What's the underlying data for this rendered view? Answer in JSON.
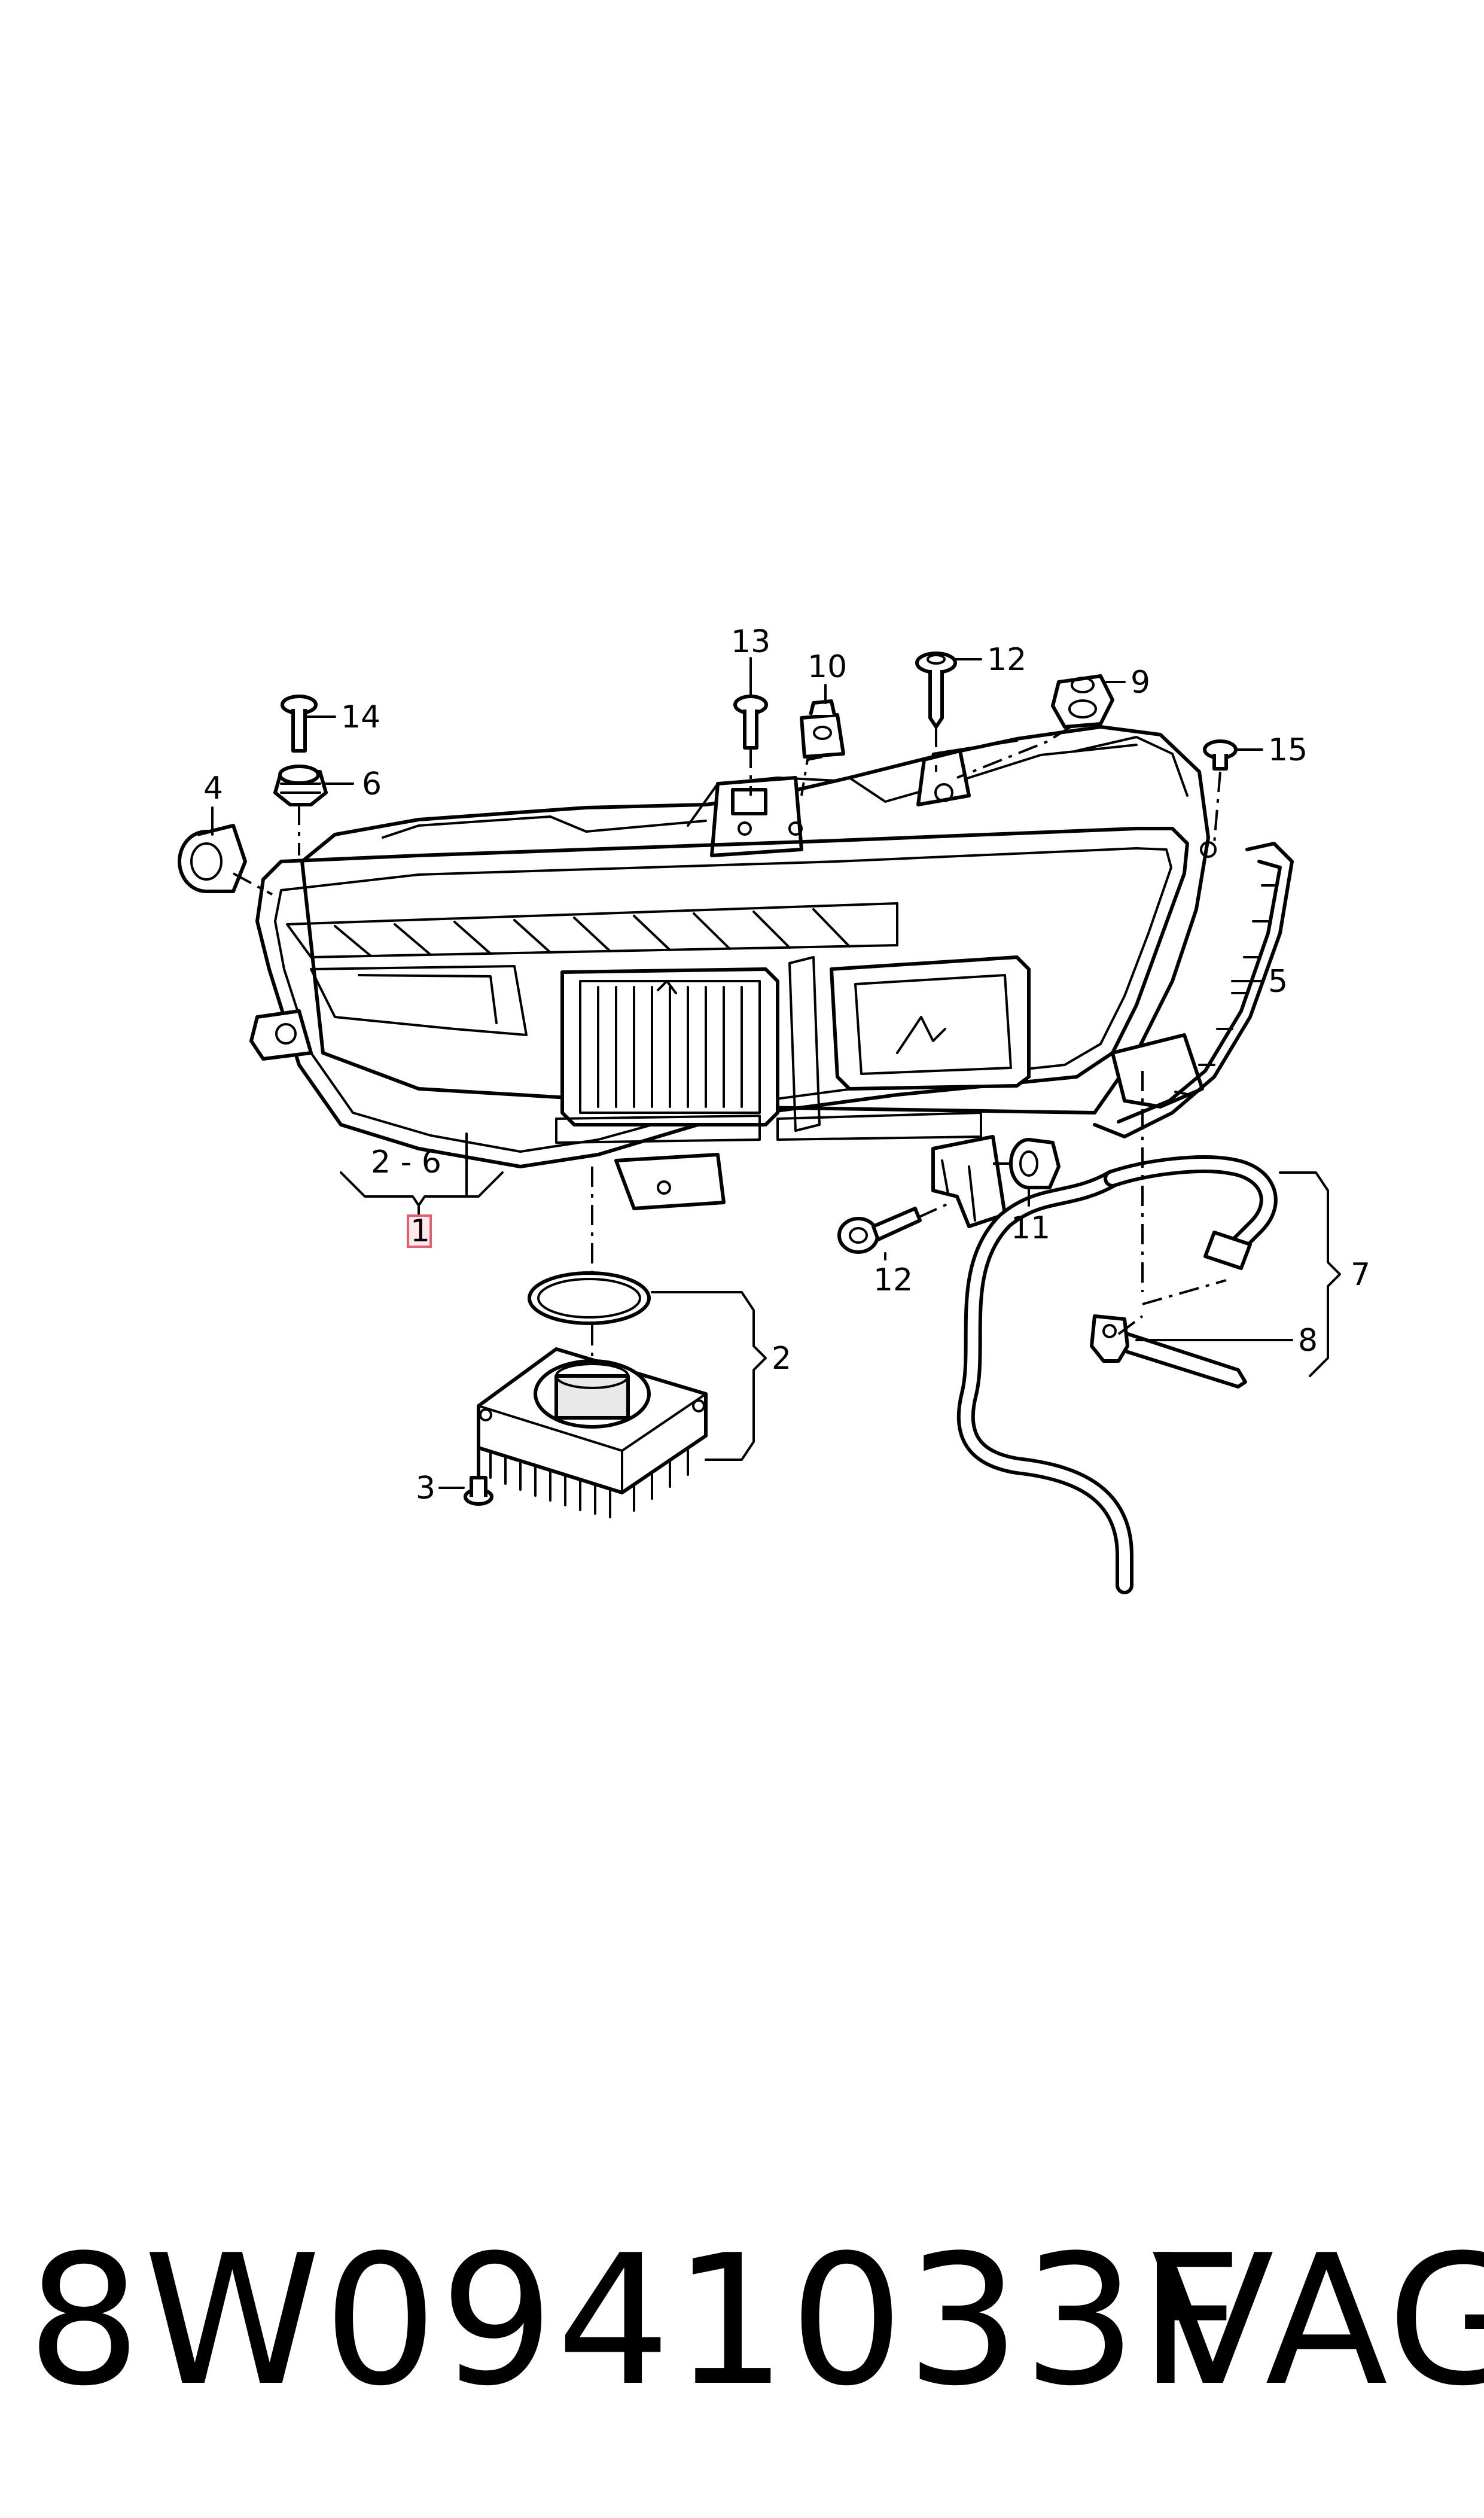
{
  "callouts": {
    "c1": "1",
    "c2": "2",
    "c2to6": "2 - 6",
    "c3": "3",
    "c4": "4",
    "c5": "5",
    "c6": "6",
    "c7": "7",
    "c8": "8",
    "c9": "9",
    "c10": "10",
    "c11": "11",
    "c12a": "12",
    "c12b": "12",
    "c13": "13",
    "c14": "14",
    "c15": "15"
  },
  "footer": {
    "part_number": "8W0941033F",
    "brand": "VAG"
  },
  "colors": {
    "highlight_border": "#e06070",
    "highlight_fill": "#ffe9ec",
    "line": "#000000"
  }
}
